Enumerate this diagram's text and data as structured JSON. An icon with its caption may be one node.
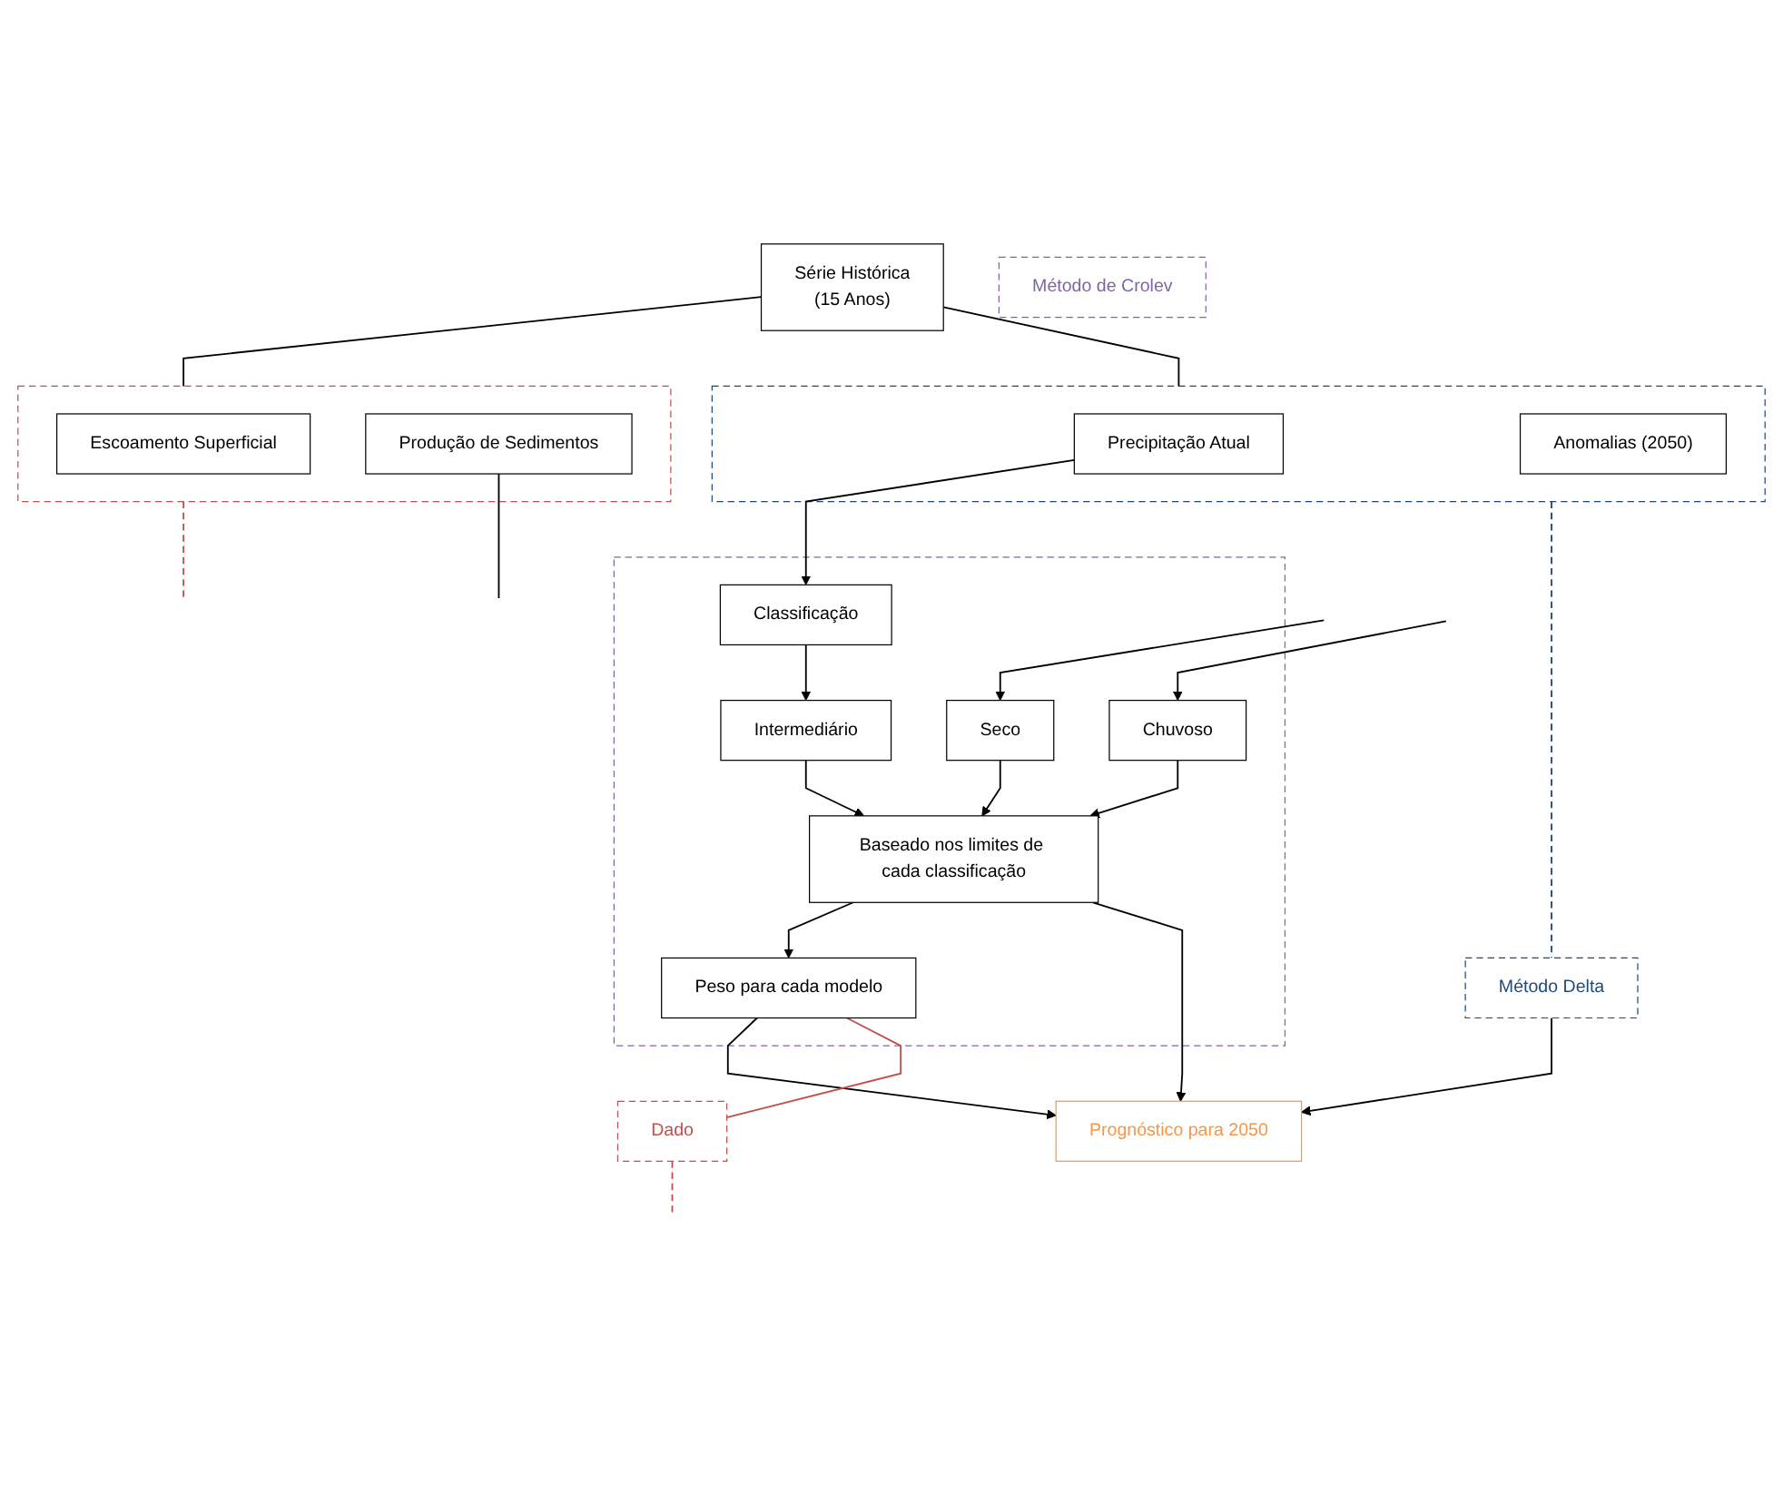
{
  "diagram": {
    "nodes": [
      {
        "text": [
          "Série Histórica",
          "(15 Anos)"
        ]
      },
      {
        "text": [],
        "shape": "box"
      },
      {
        "text": [
          "Escoamento Superficial"
        ],
        "in": 1
      },
      {
        "text": [
          "Produção de Sedimentos"
        ],
        "in": 1
      },
      {
        "text": [],
        "shape": "box"
      },
      {
        "text": [
          "Precipitação Atual"
        ],
        "in": 4
      },
      {
        "text": [
          "Anomalias (2050)"
        ],
        "in": 4
      },
      {
        "text": [
          "Método Delta"
        ]
      },
      {
        "text": [],
        "shape": "box"
      },
      {
        "text": [
          "Método de Crolev"
        ]
      },
      {
        "text": [
          "Classificação"
        ],
        "in": 8
      },
      {
        "text": [
          "Seco"
        ],
        "in": 8
      },
      {
        "text": [
          "Intermediário"
        ],
        "in": 8
      },
      {
        "text": [
          "Chuvoso"
        ],
        "in": 8
      },
      {
        "text": [
          "Baseado nos limites de cada classificação"
        ],
        "in": 8
      },
      {
        "text": [
          "Peso para cada modelo"
        ],
        "in": 8
      },
      {
        "text": [
          "Prognóstico para 2050"
        ]
      },
      {
        "text": [
          "Dado"
        ]
      }
    ],
    "edges": [
      {
        "from": 0,
        "to": 1,
        "arrow": "none"
      },
      {
        "from": 0,
        "to": 4,
        "arrow": "none"
      },
      {
        "from": 4,
        "to": 7,
        "arrow": "none",
        "style": "dashed",
        "color": "#1f497d"
      },
      {
        "from": 1,
        "to": null,
        "arrow": "none",
        "style": "dashed",
        "color": "#c0504d"
      },
      {
        "from": 3,
        "to": null,
        "arrow": "none"
      },
      {
        "from": 5,
        "to": 10,
        "arrow": "to"
      },
      {
        "from": 10,
        "to": 12,
        "arrow": "to"
      },
      {
        "from": null,
        "to": 11,
        "arrow": "to"
      },
      {
        "from": null,
        "to": 13,
        "arrow": "to"
      },
      {
        "from": 11,
        "to": 14,
        "arrow": "to"
      },
      {
        "from": 12,
        "to": 14,
        "arrow": "to"
      },
      {
        "from": 13,
        "to": 14,
        "arrow": "to"
      },
      {
        "from": 14,
        "to": 15,
        "arrow": "to"
      },
      {
        "from": 7,
        "to": 16,
        "arrow": "to"
      },
      {
        "from": 14,
        "to": 16,
        "arrow": "to"
      },
      {
        "from": 15,
        "to": 16,
        "arrow": "to"
      },
      {
        "from": 15,
        "to": 17,
        "arrow": "none",
        "color": "#c0504d"
      },
      {
        "from": 17,
        "to": null,
        "arrow": "none",
        "style": "dashed",
        "color": "#c0504d"
      }
    ]
  }
}
